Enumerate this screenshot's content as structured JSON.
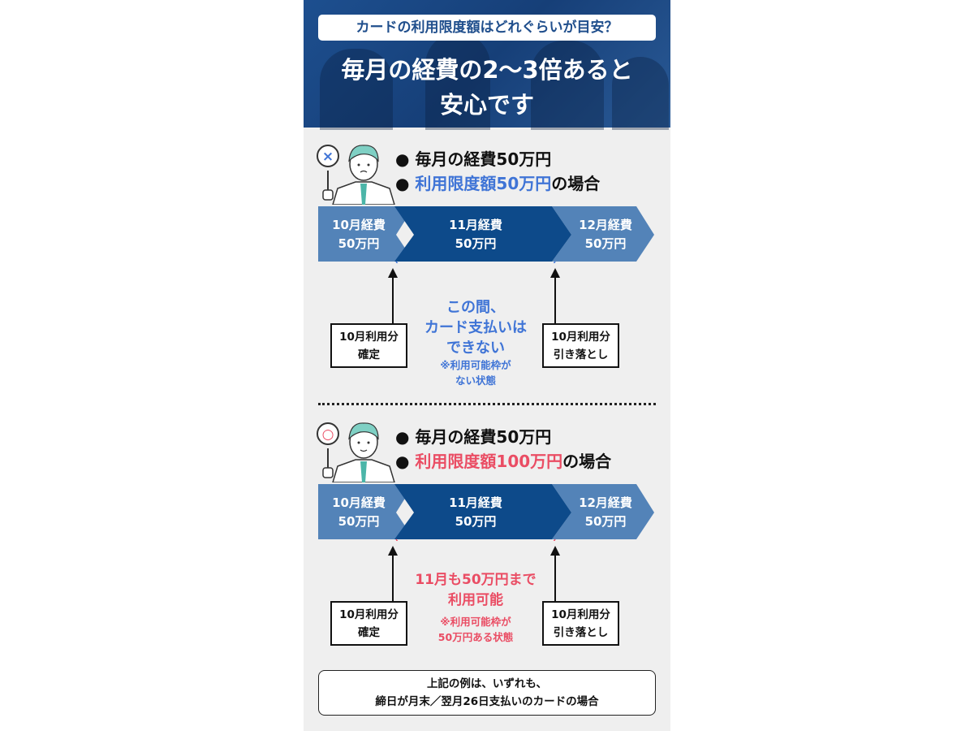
{
  "header": {
    "question": "カードの利用限度額はどれぐらいが目安？",
    "title_line1": "毎月の経費の2〜3倍あると",
    "title_line2": "安心です"
  },
  "cases": [
    {
      "mark": "×",
      "bullet1": "● 毎月の経費50万円",
      "bullet2_prefix": "● ",
      "bullet2_highlight": "利用限度額50万円",
      "bullet2_suffix": "の場合",
      "accent": "#3f74d6",
      "months": [
        {
          "label": "10月経費",
          "amount": "50万円"
        },
        {
          "label": "11月経費",
          "amount": "50万円"
        },
        {
          "label": "12月経費",
          "amount": "50万円"
        }
      ],
      "left_box": [
        "10月利用分",
        "確定"
      ],
      "right_box": [
        "10月利用分",
        "引き落とし"
      ],
      "message": [
        "この間、",
        "カード支払いは",
        "できない"
      ],
      "note": [
        "※利用可能枠が",
        "ない状態"
      ]
    },
    {
      "mark": "○",
      "bullet1": "● 毎月の経費50万円",
      "bullet2_prefix": "● ",
      "bullet2_highlight": "利用限度額100万円",
      "bullet2_suffix": "の場合",
      "accent": "#ea4d64",
      "months": [
        {
          "label": "10月経費",
          "amount": "50万円"
        },
        {
          "label": "11月経費",
          "amount": "50万円"
        },
        {
          "label": "12月経費",
          "amount": "50万円"
        }
      ],
      "left_box": [
        "10月利用分",
        "確定"
      ],
      "right_box": [
        "10月利用分",
        "引き落とし"
      ],
      "message": [
        "11月も50万円まで",
        "利用可能"
      ],
      "note": [
        "※利用可能枠が",
        "50万円ある状態"
      ]
    }
  ],
  "footer": {
    "line1": "上記の例は、いずれも、",
    "line2": "締日が月末／翌月26日支払いのカードの場合"
  },
  "colors": {
    "light_blue": "#5383b8",
    "dark_blue": "#0d4a8a",
    "blue": "#3f74d6",
    "red": "#ea4d64"
  }
}
